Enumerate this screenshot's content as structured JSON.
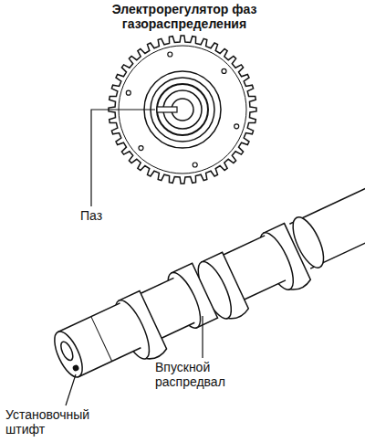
{
  "diagram": {
    "labels": [
      "Электрорегулятор фаз газораспределения",
      "Паз",
      "Впускной распредвал",
      "Установочный штифт"
    ]
  }
}
